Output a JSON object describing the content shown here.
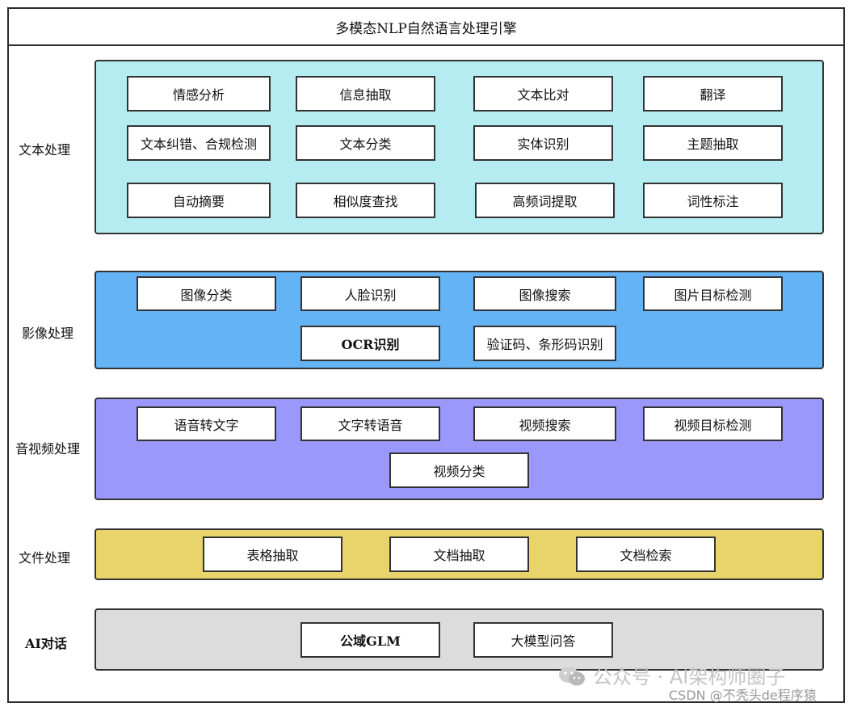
{
  "title": "多模态NLP自然语言处理引擎",
  "rows": {
    "text": {
      "label": "文本处理",
      "color": "#b4ecf2",
      "items": [
        "情感分析",
        "信息抽取",
        "文本比对",
        "翻译",
        "文本纠错、合规检测",
        "文本分类",
        "实体识别",
        "主题抽取",
        "自动摘要",
        "相似度查找",
        "高频词提取",
        "词性标注"
      ]
    },
    "image": {
      "label": "影像处理",
      "color": "#64b3f5",
      "items": [
        "图像分类",
        "人脸识别",
        "图像搜索",
        "图片目标检测",
        "OCR识别",
        "验证码、条形码识别"
      ]
    },
    "av": {
      "label": "音视频处理",
      "color": "#9a99fb",
      "items": [
        "语音转文字",
        "文字转语音",
        "视频搜索",
        "视频目标检测",
        "视频分类"
      ]
    },
    "doc": {
      "label": "文件处理",
      "color": "#e8d46a",
      "items": [
        "表格抽取",
        "文档抽取",
        "文档检索"
      ]
    },
    "ai": {
      "label": "AI对话",
      "color": "#dcdcdc",
      "items": [
        "公域GLM",
        "大模型问答"
      ]
    }
  },
  "watermark": {
    "logo_icon": "wechat-icon",
    "primary": "公众号 · AI架构师圈子",
    "secondary": "CSDN @不秃头de程序猿"
  }
}
